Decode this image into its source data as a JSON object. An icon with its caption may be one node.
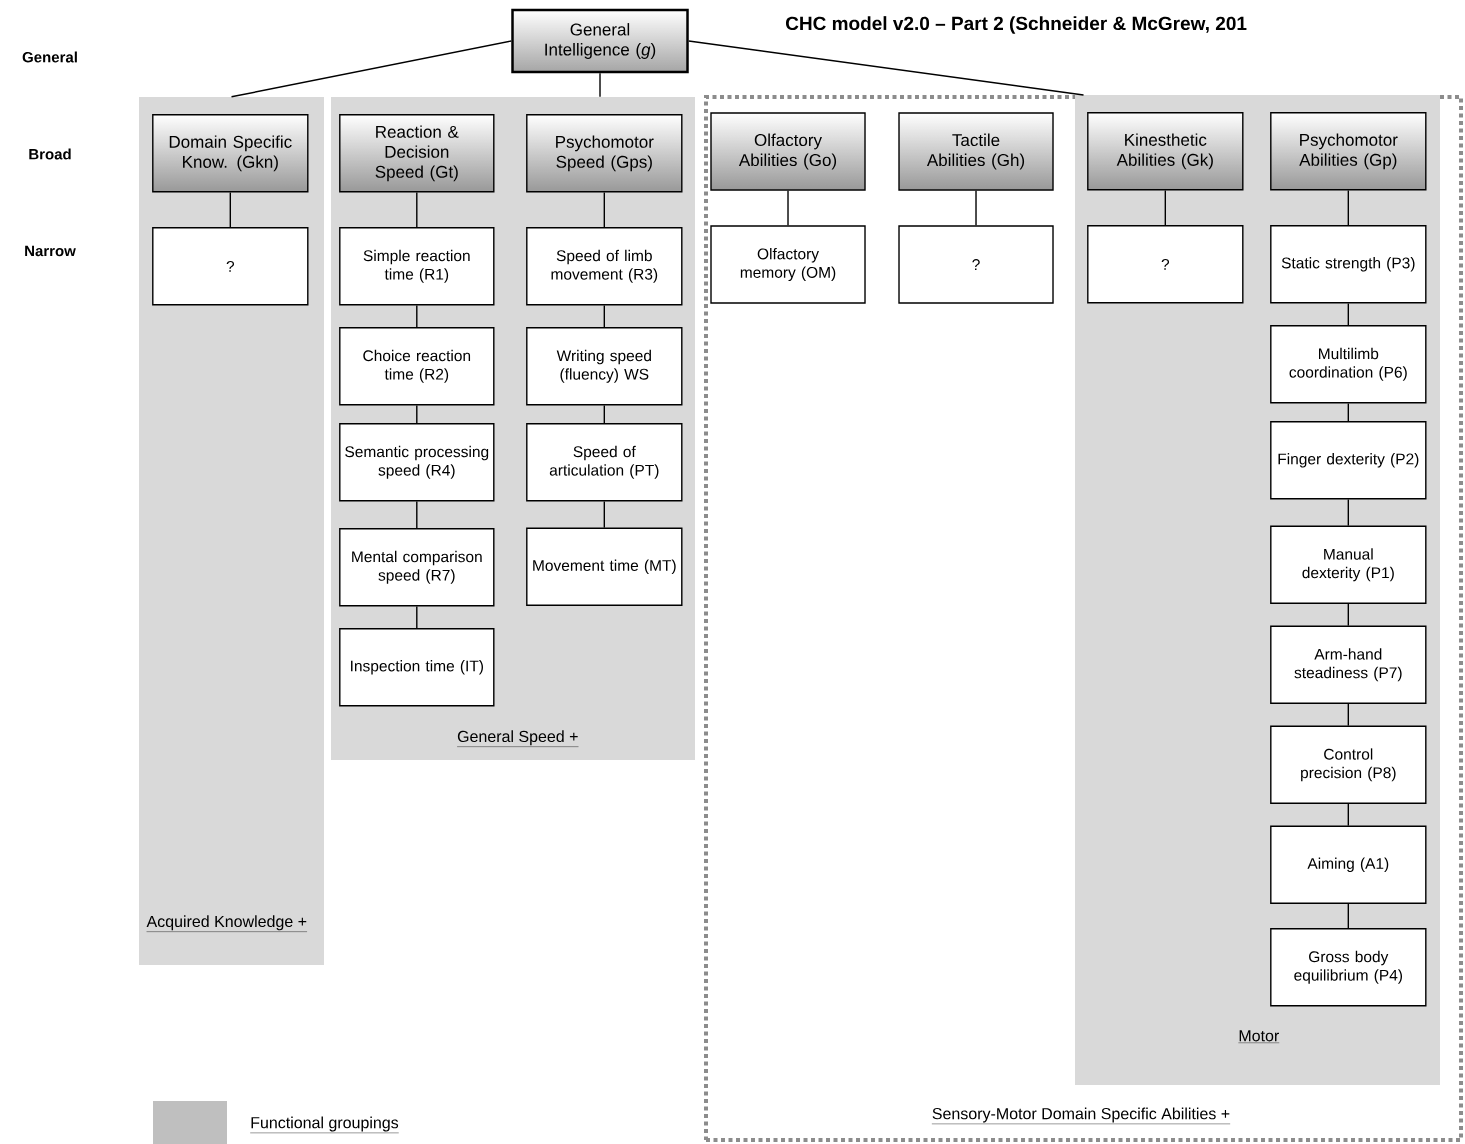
{
  "diagram": {
    "title": "CHC model v2.0 – Part 2 (Schneider & McGrew, 201",
    "nodes": [
      {
        "text": [
          "General Intelligence (*g*)"
        ]
      },
      {
        "text": [
          "Acquired Knowledge +"
        ]
      },
      {
        "text": [
          "Domain Specific Know. (Gkn)"
        ],
        "in": 1
      },
      {
        "text": [
          "?"
        ],
        "in": 1
      },
      {
        "text": [
          "General Speed +"
        ]
      },
      {
        "text": [
          "Reaction & Decision Speed (Gt)"
        ],
        "in": 4
      },
      {
        "text": [
          "Simple reaction time (R1)"
        ],
        "in": 4
      },
      {
        "text": [
          "Choice reaction time (R2)"
        ],
        "in": 4
      },
      {
        "text": [
          "Semantic processing speed (R4)"
        ],
        "in": 4
      },
      {
        "text": [
          "Mental comparison speed (R7)"
        ],
        "in": 4
      },
      {
        "text": [
          "Inspection time (IT)"
        ],
        "in": 4
      },
      {
        "text": [
          "Psychomotor Speed (Gps)"
        ],
        "in": 4
      },
      {
        "text": [
          "Speed of limb movement (R3)"
        ],
        "in": 4
      },
      {
        "text": [
          "Writing speed (fluency) WS"
        ],
        "in": 4
      },
      {
        "text": [
          "Speed of articulation (PT)"
        ],
        "in": 4
      },
      {
        "text": [
          "Movement time (MT)"
        ],
        "in": 4
      },
      {
        "text": [
          "Sensory-Motor Domain Specific Abilities +"
        ]
      },
      {
        "text": [
          "Olfactory Abilities (Go)"
        ],
        "in": 16
      },
      {
        "text": [
          "Olfactory memory (OM)"
        ],
        "in": 16
      },
      {
        "text": [
          "Tactile Abilities (Gh)"
        ],
        "in": 16
      },
      {
        "text": [
          "?"
        ],
        "in": 16
      },
      {
        "text": [
          "Motor"
        ],
        "in": 16
      },
      {
        "text": [
          "Kinesthetic Abilities (Gk)"
        ],
        "in": 21
      },
      {
        "text": [
          "?"
        ],
        "in": 21
      },
      {
        "text": [
          "Psychomotor Abilities (Gp)"
        ],
        "in": 21
      },
      {
        "text": [
          "Static strength (P3)"
        ],
        "in": 21
      },
      {
        "text": [
          "Multilimb coordination (P6)"
        ],
        "in": 21
      },
      {
        "text": [
          "Finger dexterity (P2)"
        ],
        "in": 21
      },
      {
        "text": [
          "Manual dexterity (P1)"
        ],
        "in": 21
      },
      {
        "text": [
          "Arm-hand steadiness (P7)"
        ],
        "in": 21
      },
      {
        "text": [
          "Control precision (P8)"
        ],
        "in": 21
      },
      {
        "text": [
          "Aiming (A1)"
        ],
        "in": 21
      },
      {
        "text": [
          "Gross body equilibrium (P4)"
        ],
        "in": 21
      }
    ],
    "edges": [
      {
        "from": 0,
        "to": 1,
        "arrow": "none"
      },
      {
        "from": 0,
        "to": 4,
        "arrow": "none"
      },
      {
        "from": 0,
        "to": 16,
        "arrow": "none"
      },
      {
        "from": 2,
        "to": 3,
        "arrow": "none"
      },
      {
        "from": 5,
        "to": 6,
        "arrow": "none"
      },
      {
        "from": 6,
        "to": 7,
        "arrow": "none"
      },
      {
        "from": 7,
        "to": 8,
        "arrow": "none"
      },
      {
        "from": 8,
        "to": 9,
        "arrow": "none"
      },
      {
        "from": 9,
        "to": 10,
        "arrow": "none"
      },
      {
        "from": 11,
        "to": 12,
        "arrow": "none"
      },
      {
        "from": 12,
        "to": 13,
        "arrow": "none"
      },
      {
        "from": 13,
        "to": 14,
        "arrow": "none"
      },
      {
        "from": 14,
        "to": 15,
        "arrow": "none"
      },
      {
        "from": 17,
        "to": 18,
        "arrow": "none"
      },
      {
        "from": 19,
        "to": 20,
        "arrow": "none"
      },
      {
        "from": 22,
        "to": 23,
        "arrow": "none"
      },
      {
        "from": 24,
        "to": 25,
        "arrow": "none"
      },
      {
        "from": 25,
        "to": 26,
        "arrow": "none"
      },
      {
        "from": 26,
        "to": 27,
        "arrow": "none"
      },
      {
        "from": 27,
        "to": 28,
        "arrow": "none"
      },
      {
        "from": 28,
        "to": 29,
        "arrow": "none"
      },
      {
        "from": 29,
        "to": 30,
        "arrow": "none"
      },
      {
        "from": 30,
        "to": 31,
        "arrow": "none"
      },
      {
        "from": 31,
        "to": 32,
        "arrow": "none"
      }
    ],
    "labels": [
      "General",
      "Broad",
      "Narrow"
    ],
    "legend": [
      {
        "text": "Functional groupings",
        "color": "#bfbfbf"
      }
    ]
  }
}
